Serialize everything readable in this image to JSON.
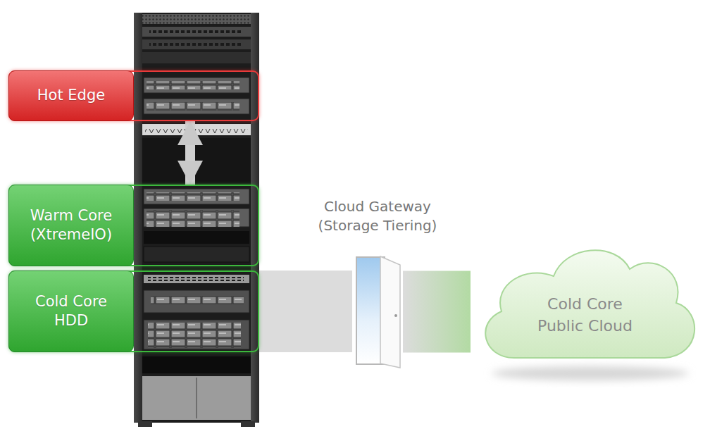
{
  "diagram": {
    "nodes": [
      {
        "text": [
          "Hot Edge"
        ]
      },
      {
        "text": [
          "Warm Core (XtremeIO)"
        ]
      },
      {
        "text": [
          "Cold Core HDD"
        ]
      },
      {
        "text": [
          "Cloud Gateway (Storage Tiering)"
        ]
      },
      {
        "text": [
          "Cold Core Public Cloud"
        ]
      }
    ],
    "edges": [
      {
        "from": 0,
        "to": 1,
        "arrow": "both"
      },
      {
        "from": 2,
        "to": 3,
        "arrow": "none"
      },
      {
        "from": 3,
        "to": 4,
        "arrow": "none"
      }
    ]
  }
}
